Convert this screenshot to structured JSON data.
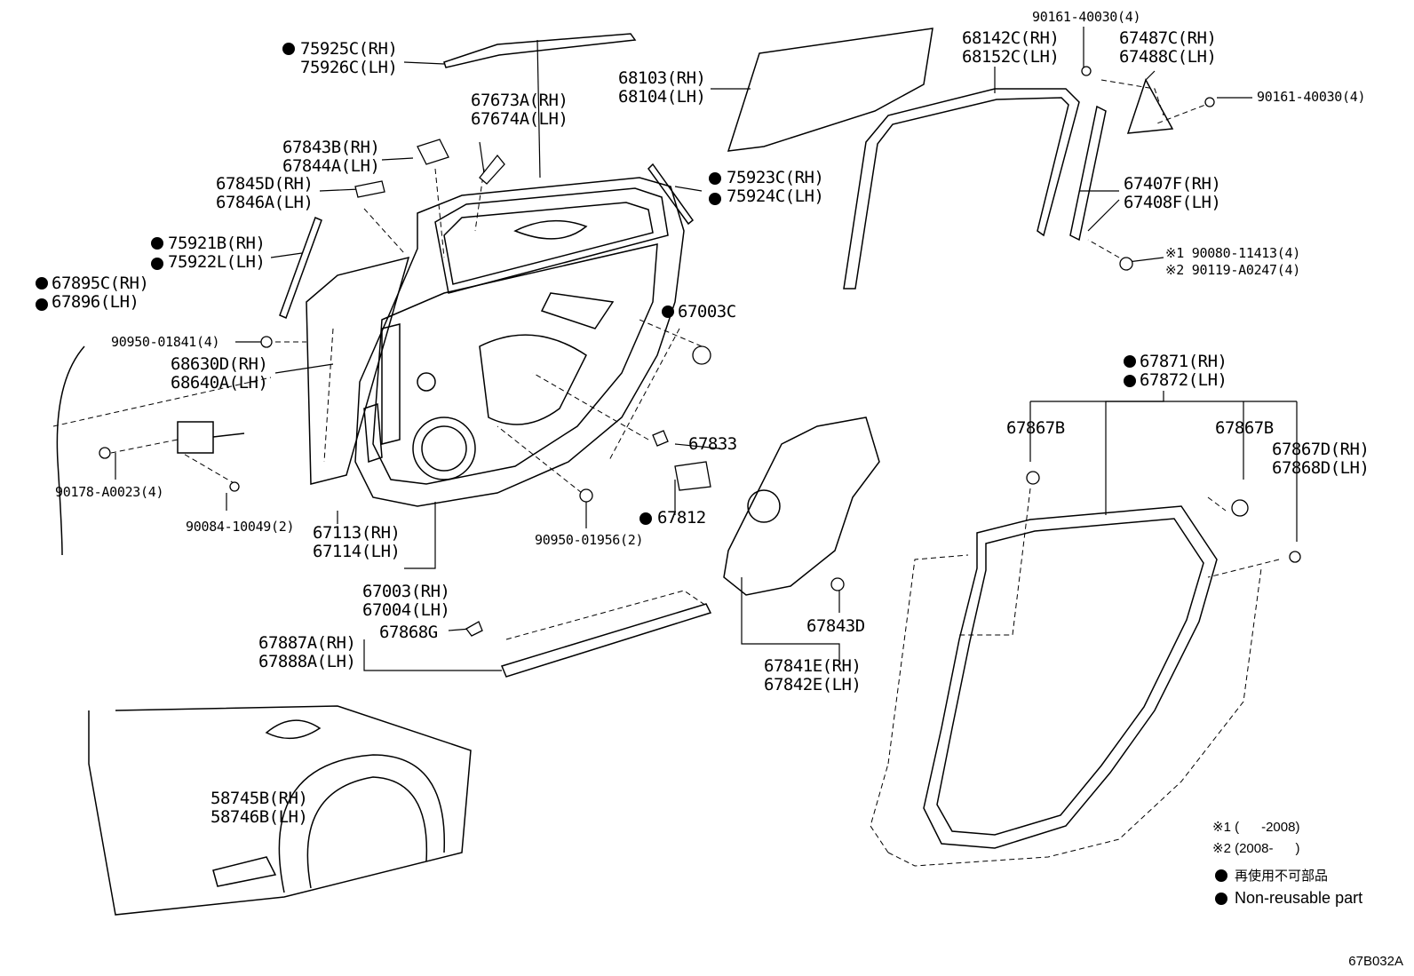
{
  "diagram_code": "67B032A",
  "labels": {
    "l75925": [
      "75925C(RH)",
      "75926C(LH)"
    ],
    "l67673": [
      "67673A(RH)",
      "67674A(LH)"
    ],
    "l67843b": [
      "67843B(RH)",
      "67844A(LH)"
    ],
    "l67845": [
      "67845D(RH)",
      "67846A(LH)"
    ],
    "l75921": [
      "75921B(RH)",
      "75922L(LH)"
    ],
    "l67895": [
      "67895C(RH)",
      "67896(LH)"
    ],
    "l90950a": "90950-01841(4)",
    "l68630": [
      "68630D(RH)",
      "68640A(LH)"
    ],
    "l90178": "90178-A0023(4)",
    "l90084": "90084-10049(2)",
    "l67113": [
      "67113(RH)",
      "67114(LH)"
    ],
    "l67003": [
      "67003(RH)",
      "67004(LH)"
    ],
    "l67887": [
      "67887A(RH)",
      "67888A(LH)"
    ],
    "l67868g": "67868G",
    "l68103": [
      "68103(RH)",
      "68104(LH)"
    ],
    "l75923": [
      "75923C(RH)",
      "75924C(LH)"
    ],
    "l67003c": "67003C",
    "l67833": "67833",
    "l67812": "67812",
    "l90950b": "90950-01956(2)",
    "l67843d": "67843D",
    "l67841": [
      "67841E(RH)",
      "67842E(LH)"
    ],
    "l90161a": "90161-40030(4)",
    "l68142": [
      "68142C(RH)",
      "68152C(LH)"
    ],
    "l67487": [
      "67487C(RH)",
      "67488C(LH)"
    ],
    "l90161b": "90161-40030(4)",
    "l67407": [
      "67407F(RH)",
      "67408F(LH)"
    ],
    "l90080": [
      "※1 90080-11413(4)",
      "※2 90119-A0247(4)"
    ],
    "l67871": [
      "67871(RH)",
      "67872(LH)"
    ],
    "l67867b1": "67867B",
    "l67867b2": "67867B",
    "l67867d": [
      "67867D(RH)",
      "67868D(LH)"
    ],
    "l58745": [
      "58745B(RH)",
      "58746B(LH)"
    ]
  },
  "notes": {
    "n1": "※1 (      -2008)",
    "n2": "※2 (2008-      )",
    "n3": "再使用不可部品",
    "n4": "Non-reusable part"
  }
}
